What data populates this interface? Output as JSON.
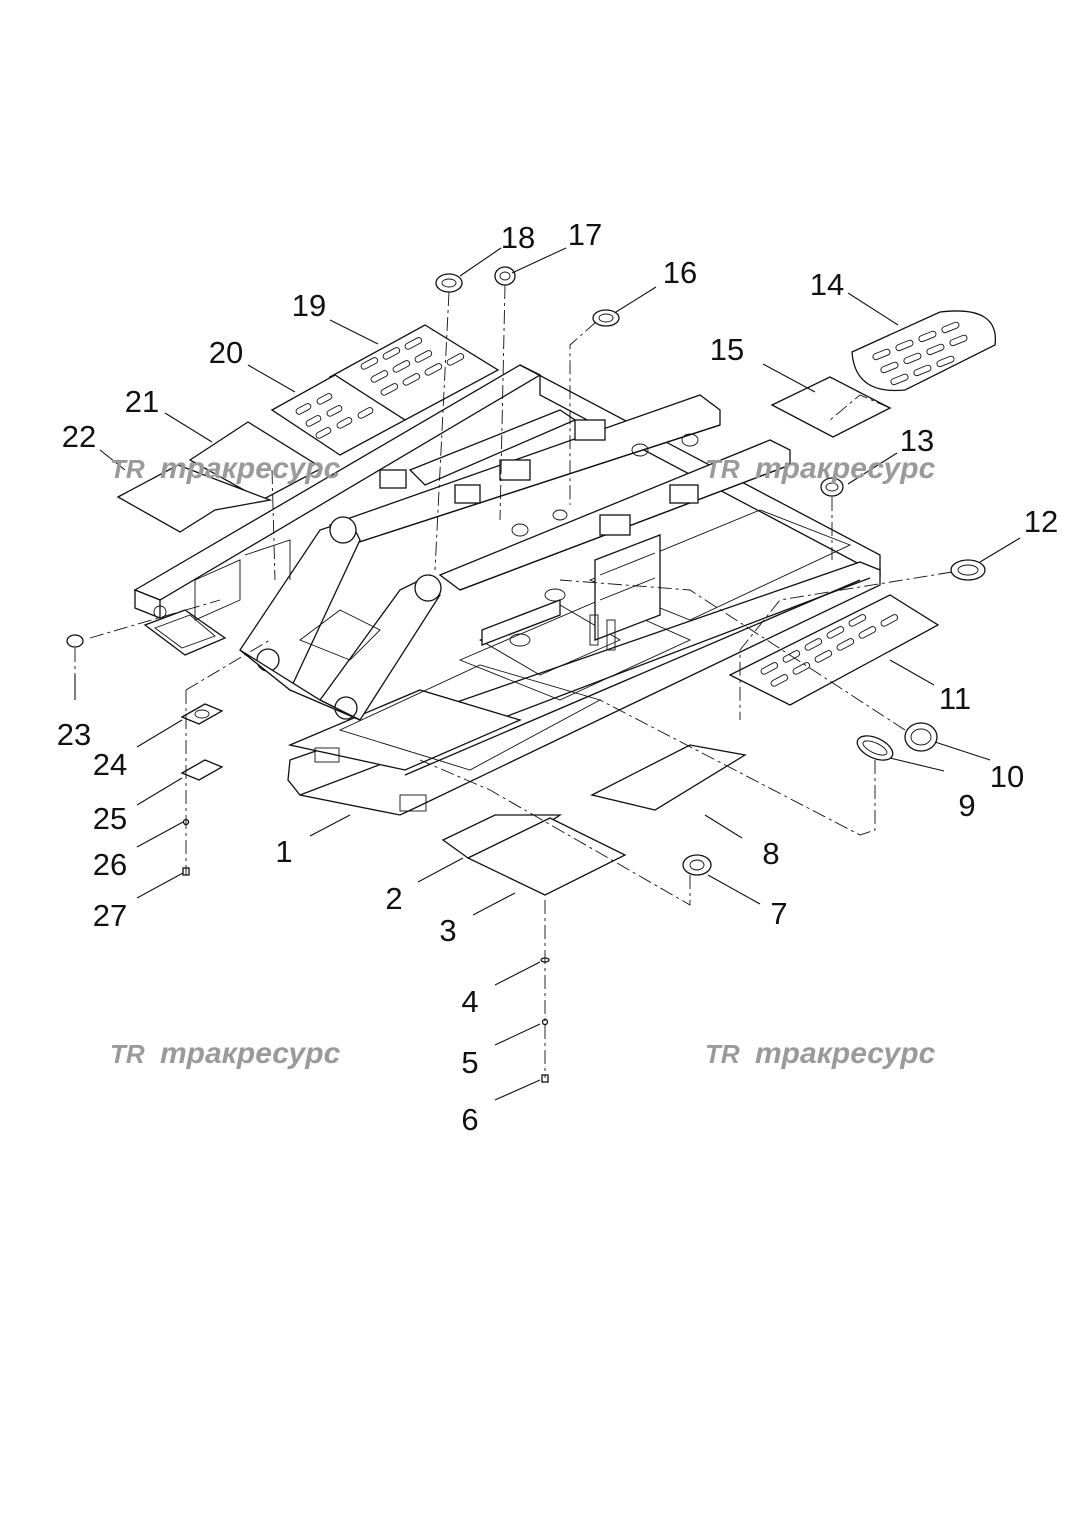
{
  "callouts": [
    "1",
    "2",
    "3",
    "4",
    "5",
    "6",
    "7",
    "8",
    "9",
    "10",
    "11",
    "12",
    "13",
    "14",
    "15",
    "16",
    "17",
    "18",
    "19",
    "20",
    "21",
    "22",
    "23",
    "24",
    "25",
    "26",
    "27"
  ],
  "watermark": {
    "logo": "TR",
    "text": "тракресурс",
    "color": "#9a9a9a"
  },
  "colors": {
    "line": "#111111",
    "background": "#ffffff"
  }
}
